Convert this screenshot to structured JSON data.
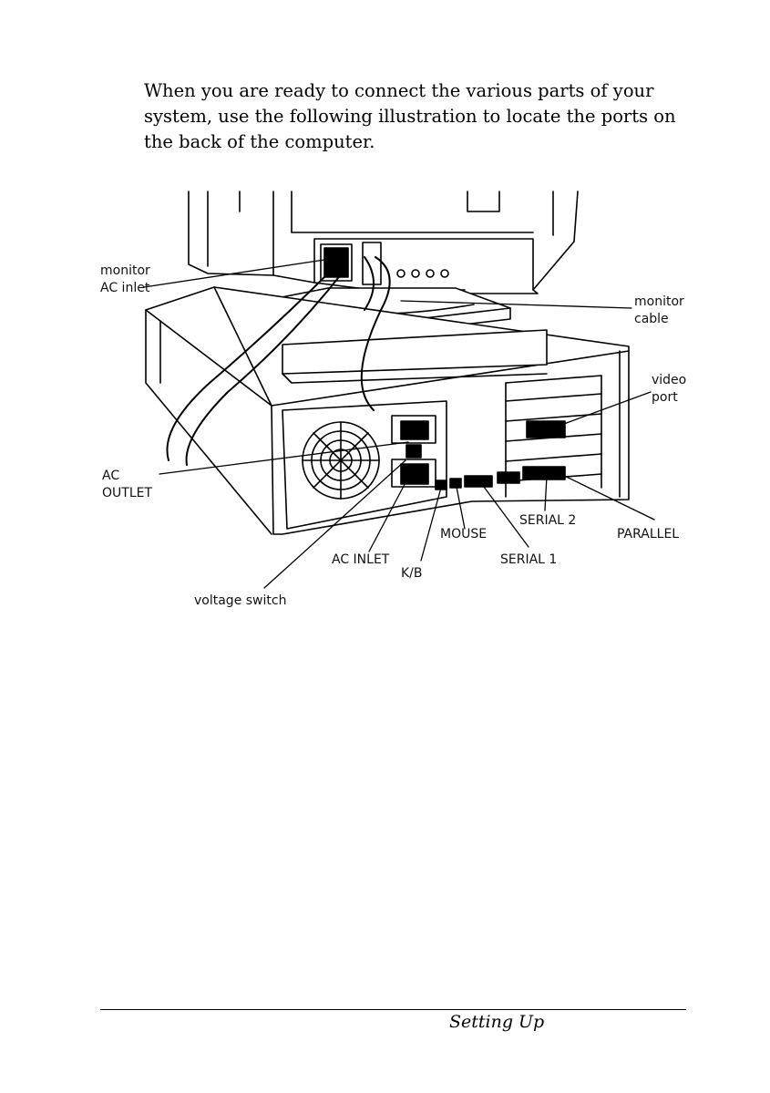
{
  "intro": "When you are ready to connect the various parts of your system, use the following illustration to locate the ports on the back of the computer.",
  "labels": {
    "monitor_ac_inlet": "monitor\nAC inlet",
    "monitor_cable": "monitor\ncable",
    "video_port": "video\nport",
    "ac_outlet": "AC\nOUTLET",
    "serial2": "SERIAL 2",
    "mouse": "MOUSE",
    "parallel": "PARALLEL",
    "ac_inlet": "AC INLET",
    "serial1": "SERIAL 1",
    "kb": "K/B",
    "voltage_switch": "voltage switch"
  },
  "footer": "Setting Up"
}
